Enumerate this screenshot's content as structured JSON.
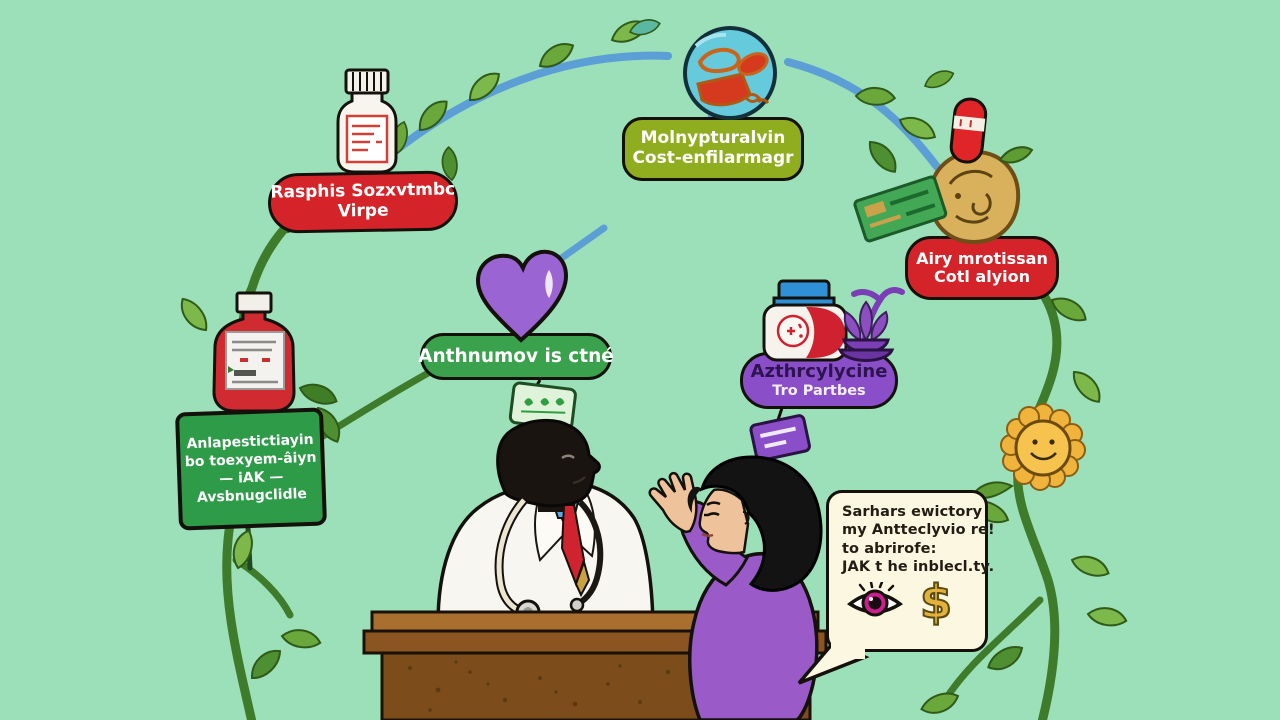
{
  "scene": {
    "description": "Cartoon illustration: doctor and patient talking at a wooden desk, framed by an arc of vines holding medicine bottles and labelled ribbons",
    "background_color": "#9be0b8"
  },
  "labels": {
    "red_left": {
      "line1": "Rasphis Sozxvtmbc",
      "line2": "Virpe"
    },
    "olive_top": {
      "line1": "Molnypturalvin",
      "line2": "Cost-enfilarmagr"
    },
    "red_right": {
      "line1": "Airy mrotissan",
      "line2": "Cotl alyion"
    },
    "green_mid": {
      "line1": "Anthnumov is ctné"
    },
    "purple": {
      "line1": "Azthrcylycine",
      "line2": "Tro Partbes"
    },
    "green_sign": {
      "line1": "Anlapestictiayin",
      "line2": "bo toexyem-âiyn",
      "line3": "— iAK —",
      "line4": "Avsbnugclidle"
    }
  },
  "speech_bubble": {
    "line1": "Sarhars ewictory",
    "line2": "my Antteclyvio re!",
    "line3": "to abrirofe:",
    "line4": "JAK t he inblecl.ty.",
    "dollar_glyph": "$"
  },
  "icons": [
    "pill-bottle-white-icon",
    "pill-bottle-red-icon",
    "globe-pills-icon",
    "lemon-icon",
    "red-capsule-icon",
    "green-ticket-icon",
    "purple-heart-icon",
    "blue-jar-icon",
    "purple-plant-icon",
    "green-card-icon",
    "purple-tag-icon",
    "sunflower-icon",
    "eye-icon",
    "dollar-icon",
    "stethoscope-icon"
  ],
  "colors": {
    "background": "#9be0b8",
    "ribbon_red": "#d52429",
    "ribbon_olive": "#90ad1f",
    "ribbon_green": "#3aa14d",
    "ribbon_purple": "#8a4fc8",
    "sign_green": "#2d9b48",
    "heart_purple": "#9b64d3",
    "vine_green": "#3e7b2a",
    "stem_blue": "#5b9fd6",
    "desk_brown": "#7c4c1b",
    "dress_purple": "#9a5bc9",
    "bubble_cream": "#fcf7e0",
    "eye_magenta": "#cc1f8e",
    "dollar_gold": "#e2b33c"
  }
}
